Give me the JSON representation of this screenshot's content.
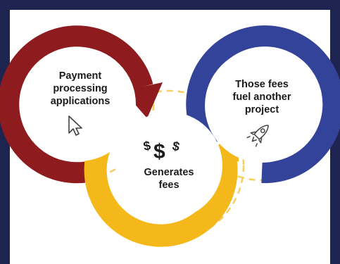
{
  "steps": [
    {
      "label": "Payment\nprocessing\napplications",
      "icon": "cursor-pointer-icon",
      "color": "#8e1b1e"
    },
    {
      "label": "Generates\nfees",
      "icon": "dollar-signs-icon",
      "color": "#f5b81b"
    },
    {
      "label": "Those fees\nfuel another\nproject",
      "icon": "rocket-icon",
      "color": "#34439a"
    }
  ],
  "colors": {
    "frame": "#1d2450",
    "background": "#ffffff",
    "dashed_ring": "#f7cf5e",
    "text": "#1b1b1b",
    "icon_stroke": "#444444"
  }
}
